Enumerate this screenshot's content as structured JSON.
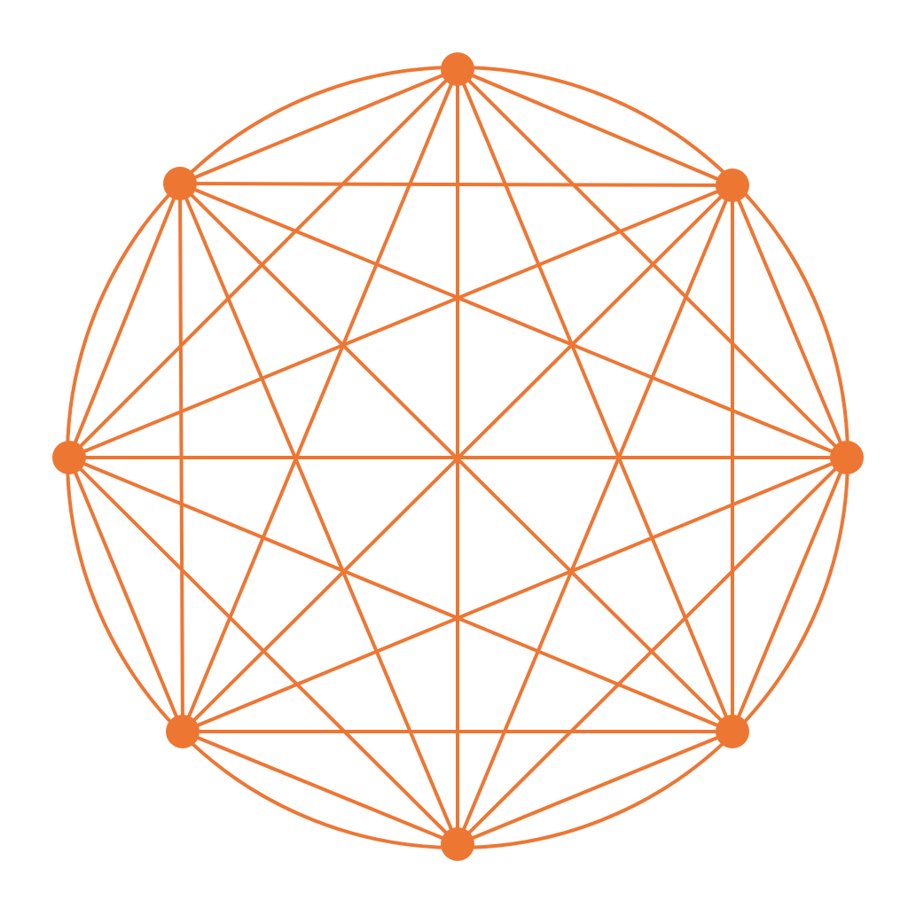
{
  "graph": {
    "type": "complete-graph-on-circle",
    "node_count": 8,
    "all_pairs_connected": true,
    "nodes": [
      {
        "id": "n0",
        "name": "top"
      },
      {
        "id": "n1",
        "name": "top-right"
      },
      {
        "id": "n2",
        "name": "right"
      },
      {
        "id": "n3",
        "name": "bottom-right"
      },
      {
        "id": "n4",
        "name": "bottom"
      },
      {
        "id": "n5",
        "name": "bottom-left"
      },
      {
        "id": "n6",
        "name": "left"
      },
      {
        "id": "n7",
        "name": "top-left"
      }
    ],
    "outer_circle": true
  },
  "colors": {
    "stroke": "#EE7633",
    "node_fill": "#EE7633",
    "background": "#FFFFFF"
  }
}
